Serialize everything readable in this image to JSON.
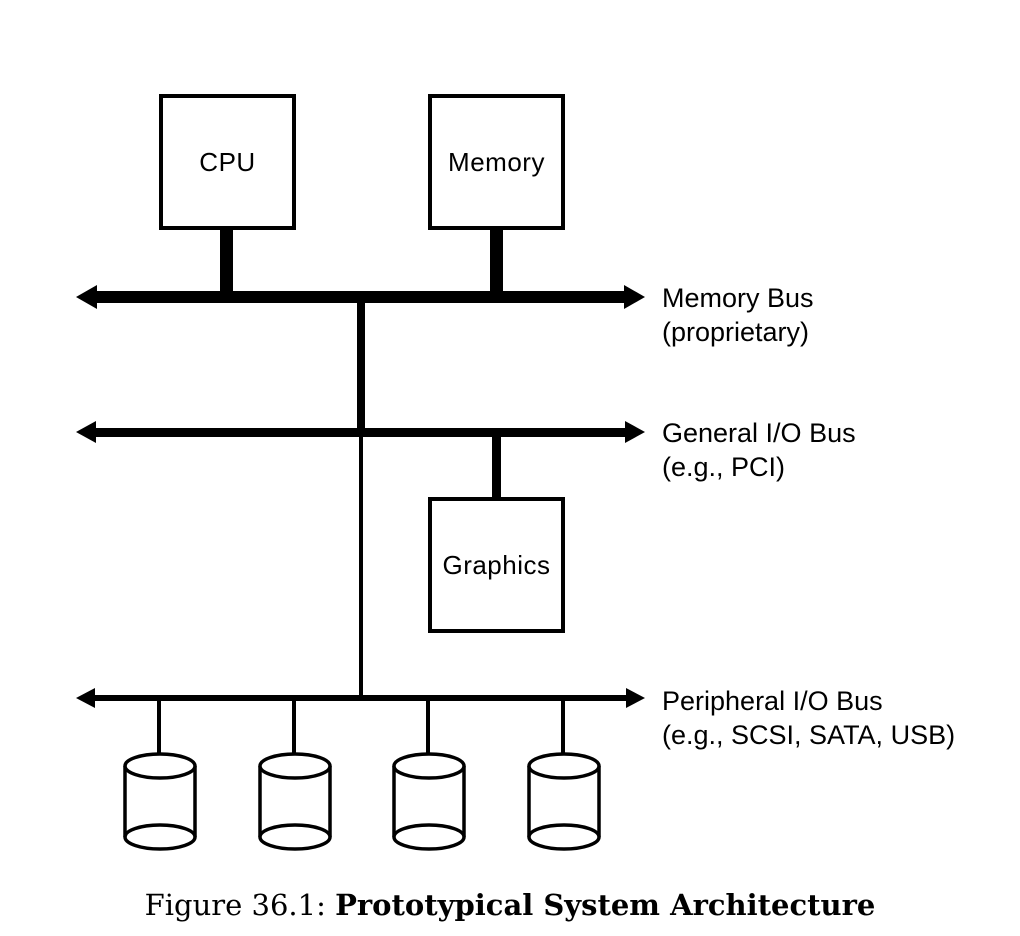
{
  "figure": {
    "caption_prefix": "Figure 36.1:",
    "caption_title": "Prototypical System Architecture"
  },
  "nodes": {
    "cpu": {
      "label": "CPU"
    },
    "memory": {
      "label": "Memory"
    },
    "graphics": {
      "label": "Graphics"
    }
  },
  "buses": {
    "memory_bus": {
      "label_line1": "Memory Bus",
      "label_line2": "(proprietary)"
    },
    "general_io_bus": {
      "label_line1": "General I/O Bus",
      "label_line2": "(e.g., PCI)"
    },
    "peripheral_io_bus": {
      "label_line1": "Peripheral I/O Bus",
      "label_line2": "(e.g., SCSI, SATA, USB)"
    }
  },
  "disks": {
    "count": 4,
    "icon": "disk-cylinder-icon"
  },
  "colors": {
    "line": "#000000",
    "background": "#ffffff"
  }
}
